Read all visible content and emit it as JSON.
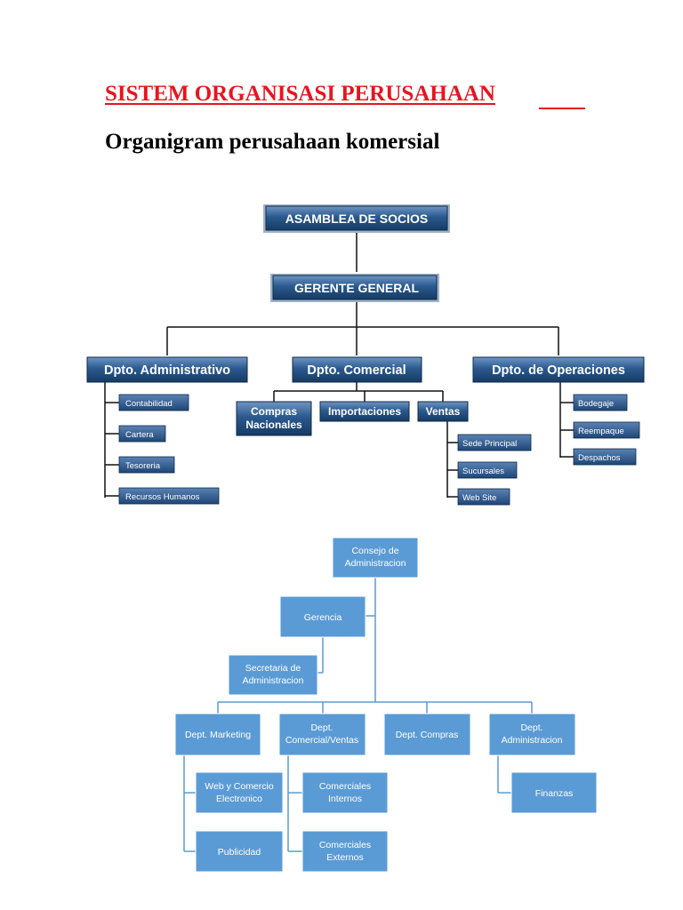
{
  "title": "SISTEM ORGANISASI PERUSAHAAN",
  "subtitle": "Organigram perusahaan komersial",
  "chart1": {
    "root": "ASAMBLEA DE SOCIOS",
    "manager": "GERENTE GENERAL",
    "dept_admin": "Dpto. Administrativo",
    "dept_comercial": "Dpto. Comercial",
    "dept_operaciones": "Dpto. de Operaciones",
    "admin_items": [
      "Contabilidad",
      "Cartera",
      "Tesoreria",
      "Recursos Humanos"
    ],
    "compras_l1": "Compras",
    "compras_l2": "Nacionales",
    "importaciones": "Importaciones",
    "ventas": "Ventas",
    "ventas_items": [
      "Sede Principal",
      "Sucursales",
      "Web Site"
    ],
    "operaciones_items": [
      "Bodegaje",
      "Reempaque",
      "Despachos"
    ]
  },
  "chart2": {
    "consejo_l1": "Consejo de",
    "consejo_l2": "Administracion",
    "gerencia": "Gerencia",
    "secretaria_l1": "Secretaria de",
    "secretaria_l2": "Administracion",
    "marketing": "Dept. Marketing",
    "comercial_l1": "Dept.",
    "comercial_l2": "Comercial/Ventas",
    "compras": "Dept. Compras",
    "administracion_l1": "Dept.",
    "administracion_l2": "Administracion",
    "web_l1": "Web y Comercio",
    "web_l2": "Electronico",
    "publicidad": "Publicidad",
    "internos_l1": "Comerciales",
    "internos_l2": "Internos",
    "externos_l1": "Comerciales",
    "externos_l2": "Externos",
    "finanzas": "Finanzas"
  },
  "colors": {
    "title": "#e8141e",
    "chart1_box": "#1f4a7a",
    "chart2_box": "#5b9bd5",
    "chart2_line": "#5b9bd5"
  }
}
